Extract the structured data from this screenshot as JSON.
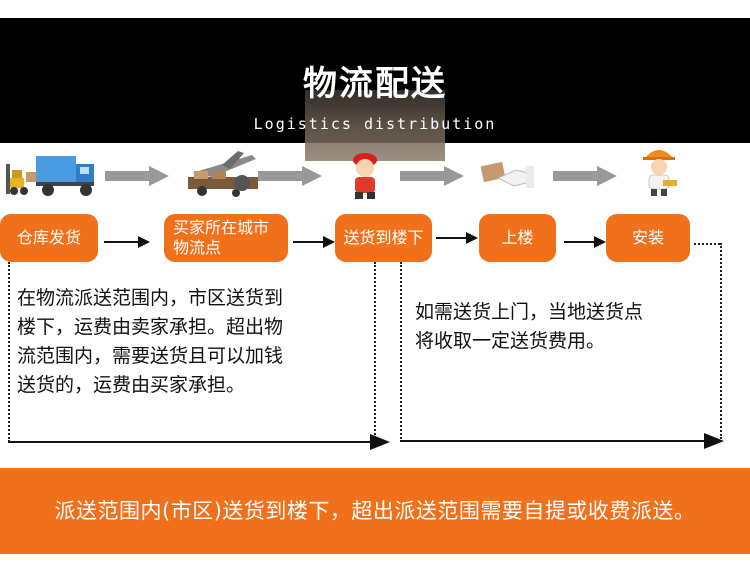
{
  "header": {
    "title": "物流配送",
    "subtitle": "Logistics distribution"
  },
  "icons": [
    "forklift-truck-icon",
    "cargo-plane-ship-icon",
    "delivery-man-icon",
    "handshake-icon",
    "installer-worker-icon"
  ],
  "steps": [
    {
      "label_line1": "仓库发货",
      "label_line2": ""
    },
    {
      "label_line1": "买家所在城市",
      "label_line2": "物流点"
    },
    {
      "label_line1": "送货到楼下",
      "label_line2": ""
    },
    {
      "label_line1": "上楼",
      "label_line2": ""
    },
    {
      "label_line1": "安装",
      "label_line2": ""
    }
  ],
  "notes": {
    "left": [
      "在物流派送范围内，市区送货到",
      "楼下，运费由卖家承担。超出物",
      "流范围内，需要送货且可以加钱",
      "送货的，运费由买家承担。"
    ],
    "right": [
      "如需送货上门，当地送货点",
      "将收取一定送货费用。"
    ]
  },
  "banner": {
    "text": "派送范围内(市区)送货到楼下，超出派送范围需要自提或收费派送。"
  },
  "colors": {
    "accent": "#f0701b",
    "header_bg": "#000000",
    "arrow_gray": "#999999"
  }
}
